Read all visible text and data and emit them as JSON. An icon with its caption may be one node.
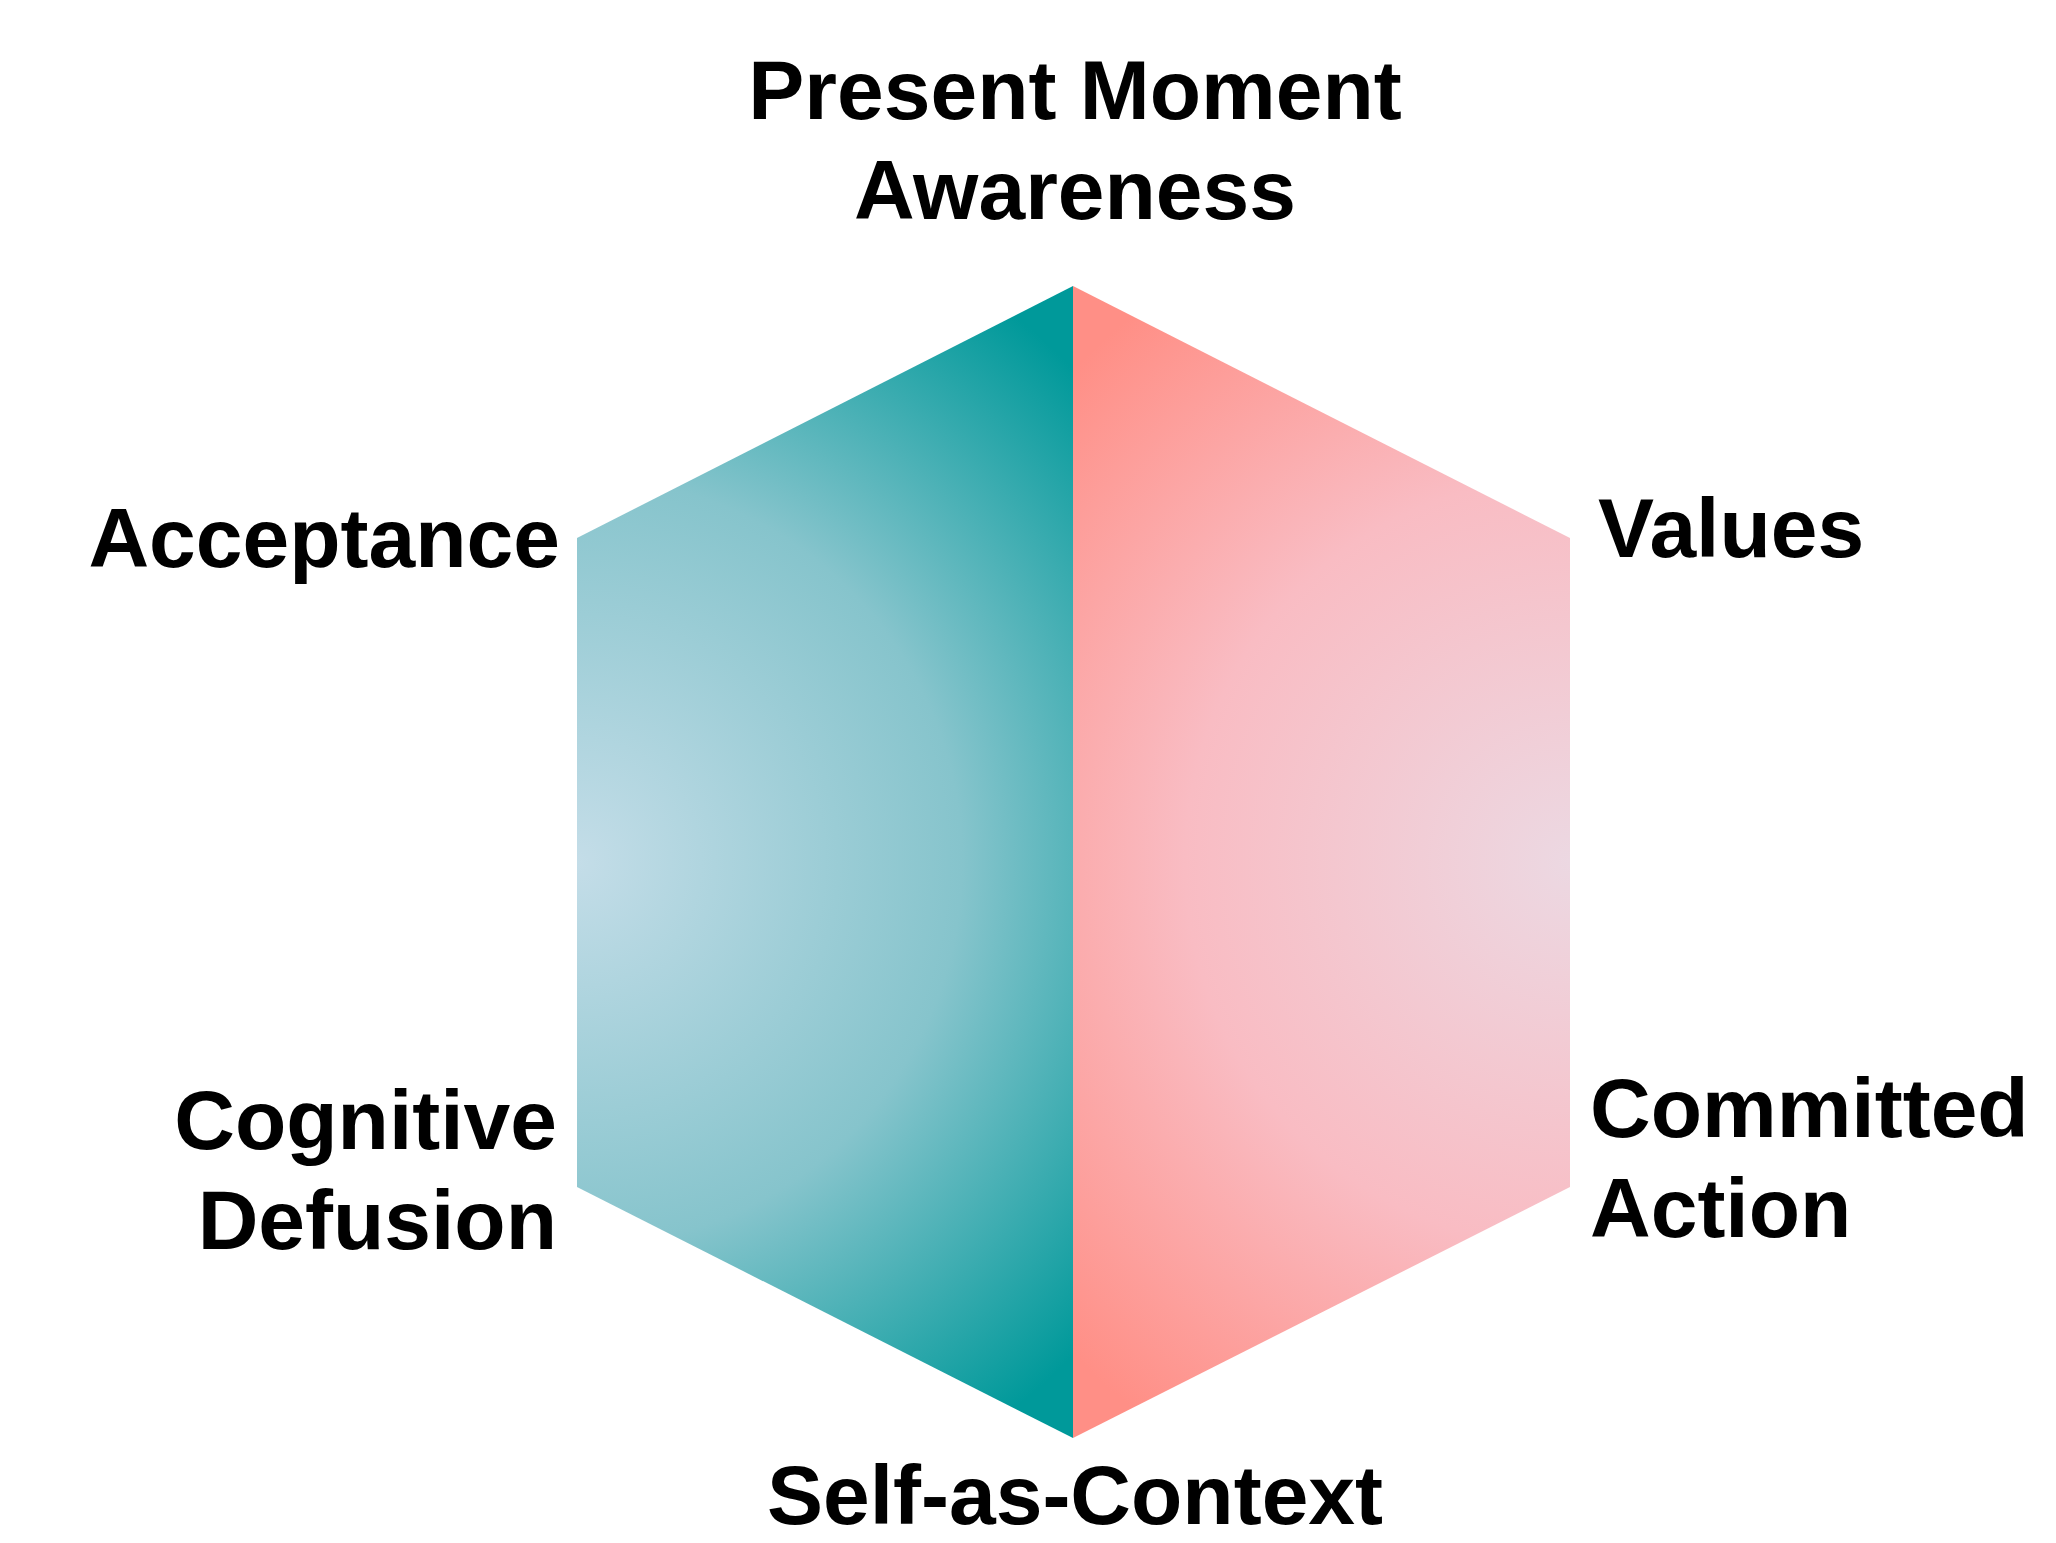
{
  "diagram": {
    "labels": [
      "Present Moment Awareness",
      "Acceptance",
      "Values",
      "Cognitive Defusion",
      "Committed Action",
      "Self-as-Context"
    ]
  }
}
